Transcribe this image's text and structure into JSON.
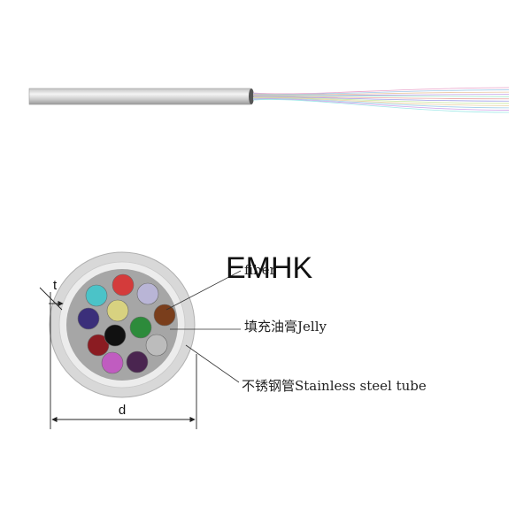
{
  "watermark": "EMHK",
  "labels": {
    "fiber": "fiber",
    "jelly": "填充油膏Jelly",
    "tube": "不锈钢管Stainless steel tube",
    "thickness": "t",
    "diameter": "d"
  },
  "colors": {
    "tube_outer": "#d8d8d8",
    "tube_inner": "#ececec",
    "jelly": "#a6a6a6",
    "fibers": [
      "#4bc3c8",
      "#d43b3b",
      "#b9b5d6",
      "#3b2f7a",
      "#d8d280",
      "#7a3e1c",
      "#8b1c22",
      "#111111",
      "#2d8b3b",
      "#bcbcbc",
      "#c05cc0",
      "#4a2550"
    ],
    "fiber_strands": [
      "#e8a0c8",
      "#a0c8e8",
      "#e8c8a0",
      "#c0a0e8",
      "#a0e8c8",
      "#e8a0a0",
      "#a0a0e8",
      "#c8e8a0",
      "#e8d0a0",
      "#a0d0e8",
      "#d0a0e8",
      "#a0e8e8"
    ]
  }
}
